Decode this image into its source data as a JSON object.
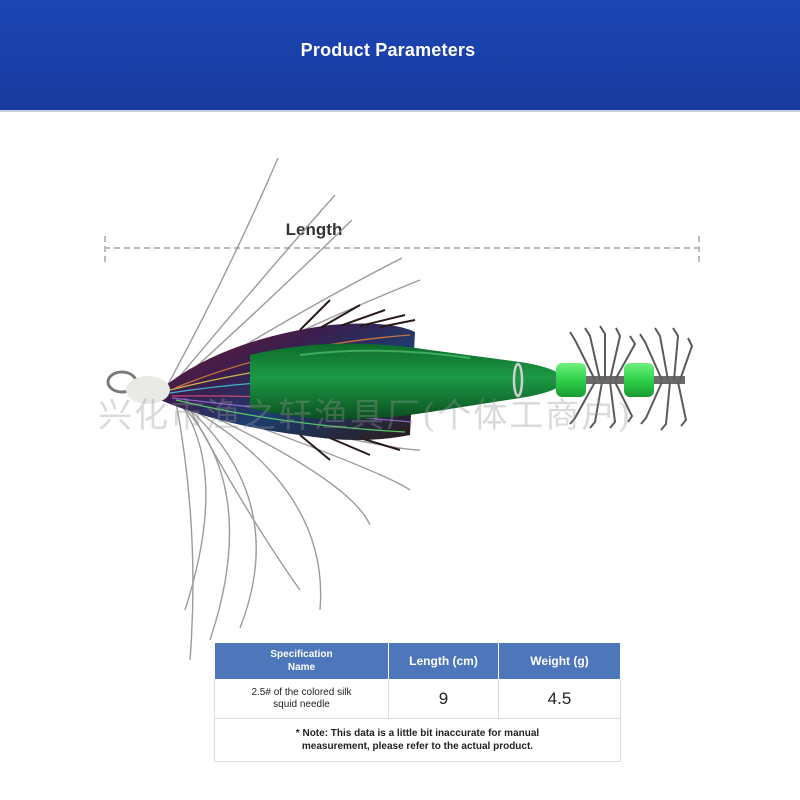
{
  "header": {
    "title": "Product Parameters"
  },
  "measure": {
    "label": "Length"
  },
  "watermark": {
    "text": "兴化市渔之轩渔具厂(个体工商户)"
  },
  "table": {
    "headers": {
      "name_line1": "Specification",
      "name_line2": "Name",
      "length": "Length (cm)",
      "weight": "Weight (g)"
    },
    "row": {
      "name_line1": "2.5# of the colored silk",
      "name_line2": "squid needle",
      "length": "9",
      "weight": "4.5"
    },
    "note_line1": "* Note: This data is a little bit inaccurate for manual",
    "note_line2": "measurement, please refer to the actual product."
  },
  "colors": {
    "header_blue": "#1a3fa8",
    "table_header": "#4d77ba",
    "lure_body_green": "#17843a",
    "bead_green": "#2fd24a"
  }
}
